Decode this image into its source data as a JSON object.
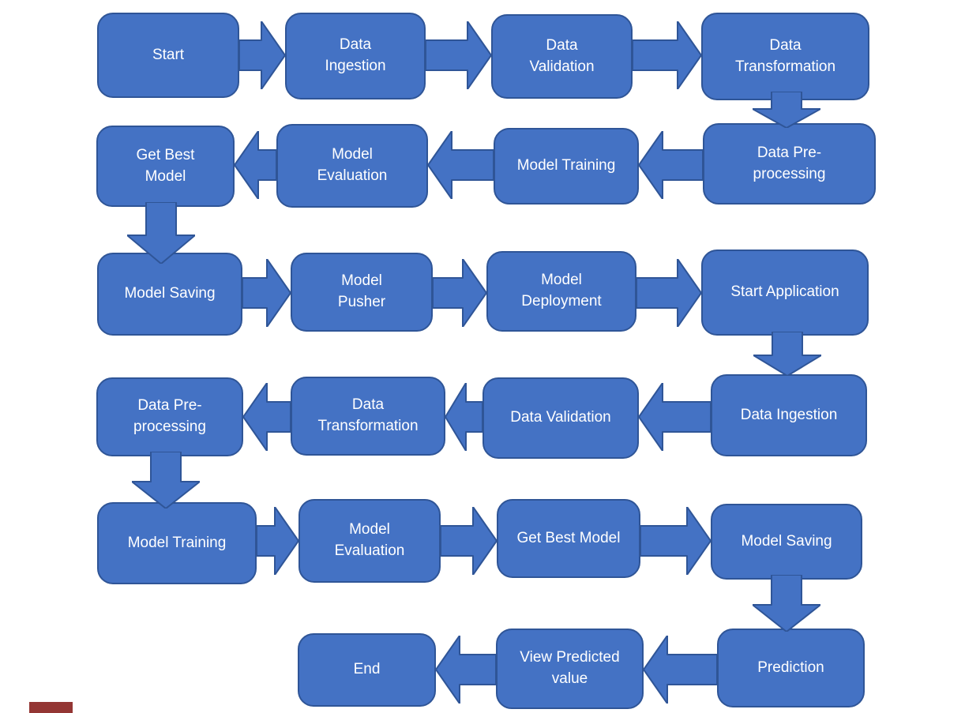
{
  "colors": {
    "node_fill": "#4472c4",
    "node_border": "#2f5597",
    "node_text": "#ffffff",
    "accent_bar": "#943634",
    "background": "#ffffff"
  },
  "diagram": {
    "rows": [
      {
        "direction": "right",
        "boxes": [
          {
            "label": "Start"
          },
          {
            "label": "Data\nIngestion"
          },
          {
            "label": "Data\nValidation"
          },
          {
            "label": "Data\nTransformation"
          }
        ]
      },
      {
        "direction": "left",
        "boxes": [
          {
            "label": "Get Best\nModel"
          },
          {
            "label": "Model\nEvaluation"
          },
          {
            "label": "Model Training"
          },
          {
            "label": "Data Pre-\nprocessing"
          }
        ]
      },
      {
        "direction": "right",
        "boxes": [
          {
            "label": "Model Saving"
          },
          {
            "label": "Model\nPusher"
          },
          {
            "label": "Model\nDeployment"
          },
          {
            "label": "Start Application"
          }
        ]
      },
      {
        "direction": "left",
        "boxes": [
          {
            "label": "Data Pre-\nprocessing"
          },
          {
            "label": "Data\nTransformation"
          },
          {
            "label": "Data Validation"
          },
          {
            "label": "Data Ingestion"
          }
        ]
      },
      {
        "direction": "right",
        "boxes": [
          {
            "label": "Model Training"
          },
          {
            "label": "Model\nEvaluation"
          },
          {
            "label": "Get Best Model"
          },
          {
            "label": "Model Saving"
          }
        ]
      },
      {
        "direction": "left",
        "boxes": [
          {
            "label": "End"
          },
          {
            "label": "View Predicted\nvalue"
          },
          {
            "label": "Prediction"
          }
        ]
      }
    ]
  }
}
